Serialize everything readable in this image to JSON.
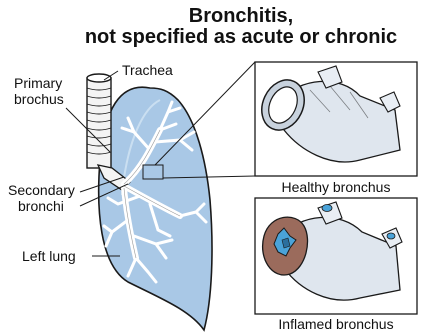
{
  "title_line1": "Bronchitis,",
  "title_line2": "not specified as acute or chronic",
  "labels": {
    "trachea": "Trachea",
    "primary_line1": "Primary",
    "primary_line2": "brochus",
    "secondary_line1": "Secondary",
    "secondary_line2": "bronchi",
    "left_lung": "Left lung"
  },
  "captions": {
    "healthy": "Healthy bronchus",
    "inflamed": "Inflamed bronchus"
  },
  "colors": {
    "lung_fill": "#a9c8e6",
    "inflammation": "#9b6b5c",
    "airway_blue": "#4aa3d9"
  }
}
